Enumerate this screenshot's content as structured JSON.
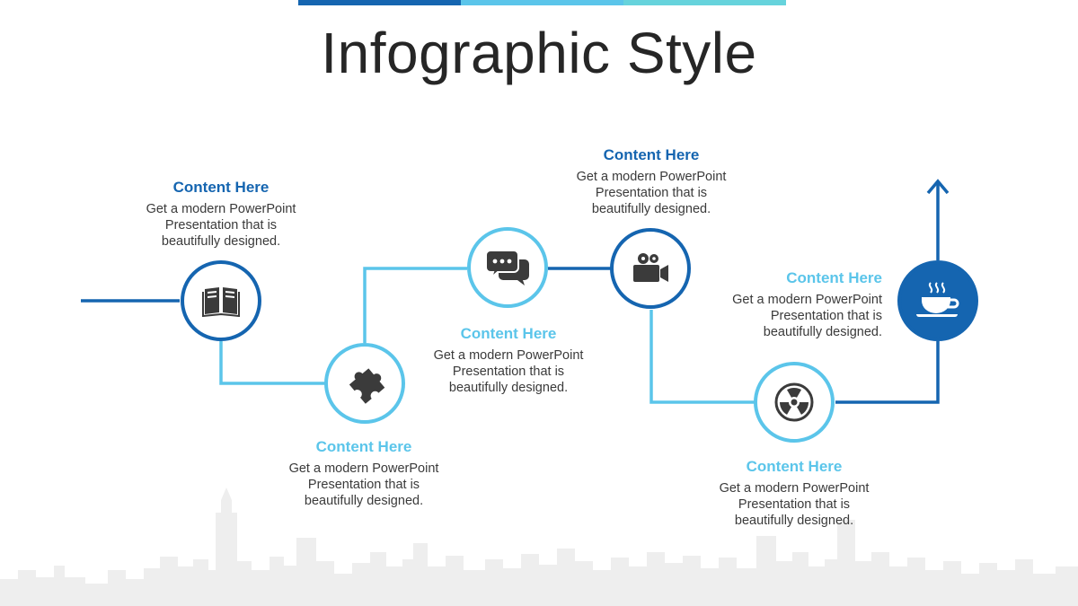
{
  "title": "Infographic Style",
  "colors": {
    "dark_blue": "#1565b0",
    "light_blue": "#5bc5ea",
    "teal": "#66d3dc",
    "icon_gray": "#3b3b3b",
    "skyline": "#eeeeee"
  },
  "steps": [
    {
      "heading": "Content  Here",
      "body": "Get a modern PowerPoint Presentation that is beautifully designed.",
      "icon": "book-icon"
    },
    {
      "heading": "Content  Here",
      "body": "Get a modern PowerPoint Presentation that is beautifully designed.",
      "icon": "puzzle-icon"
    },
    {
      "heading": "Content  Here",
      "body": "Get a modern PowerPoint Presentation that is beautifully designed.",
      "icon": "chat-icon"
    },
    {
      "heading": "Content  Here",
      "body": "Get a modern PowerPoint Presentation that is beautifully designed.",
      "icon": "video-camera-icon"
    },
    {
      "heading": "Content  Here",
      "body": "Get a modern PowerPoint Presentation that is beautifully designed.",
      "icon": "radiation-icon"
    },
    {
      "heading": "Content  Here",
      "body": "Get a modern PowerPoint Presentation that is beautifully designed.",
      "icon": "coffee-cup-icon"
    }
  ]
}
